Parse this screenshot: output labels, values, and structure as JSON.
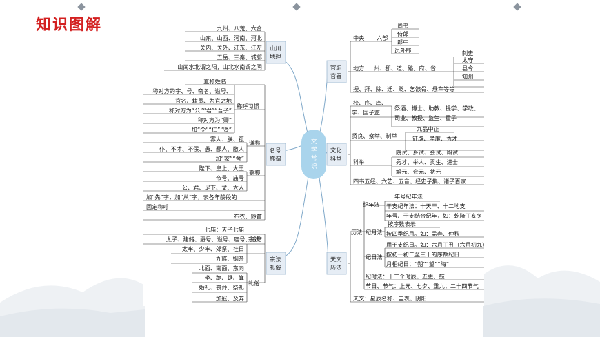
{
  "page": {
    "title": "知识图解"
  },
  "center": {
    "text": "文学常识"
  },
  "categories": {
    "shanchuan": {
      "line1": "山川",
      "line2": "地理"
    },
    "minghao": {
      "line1": "名号",
      "line2": "称谓"
    },
    "zongfa": {
      "line1": "宗法",
      "line2": "礼俗"
    },
    "guanzhi": {
      "line1": "官职",
      "line2": "官署"
    },
    "wenhua": {
      "line1": "文化",
      "line2": "科举"
    },
    "tianwen": {
      "line1": "天文",
      "line2": "历法"
    }
  },
  "shanchuan": [
    "九州、八荒、六合",
    "山东、山西、河南、河北",
    "关内、关外、江东、江左",
    "五岳、三秦、城郭",
    "山南水北谓之阳，山北水南谓之阴"
  ],
  "minghao": {
    "top": "直称姓名",
    "habit_label": "称呼习惯",
    "habit": [
      "称对方的字、号、斋名、谥号、",
      "官名、籍贯、为官之地",
      "称对方为“公”“君”“吾子”",
      "称对方为“卿”",
      "加“令”“仁”“贤”"
    ],
    "humble_label": "谦称",
    "humble": [
      "寡人、朕、孤",
      "仆、不才、不佞、愚、鄙人、敝人",
      "加“家”“舍”"
    ],
    "respect_label": "敬称",
    "respect": [
      "陛下、皇上、大王",
      "帝号、庙号",
      "公、君、足下、丈、大人"
    ],
    "extra": [
      "加“先”字，加“从”字，表各年龄段的",
      "固定称呼",
      "布衣、黔首"
    ]
  },
  "zongfa": {
    "top": [
      "七庙：天子七庙",
      "太子、建储、爵号、谥号、庙号、追赠"
    ],
    "zongfa_label": "宗法",
    "zongfa_items": [
      "太牢、少牢、郊祭、社日",
      "九族、姻亲"
    ],
    "lisu_label": "礼俗",
    "lisu_items": [
      "北面、南面、东向",
      "坐、跪、踞、箕",
      "婚礼、丧葬、祭礼",
      "加冠、及笄"
    ]
  },
  "guanzhi": {
    "central_label": "中央",
    "liubu": "六部",
    "central_items": [
      "尚书",
      "侍郎",
      "郎中",
      "员外郎"
    ],
    "local_label": "地方",
    "local_units": "州、郡、道、路、府、省",
    "local_items": [
      "刺史",
      "太守",
      "县令",
      "知州"
    ],
    "appoint": "授、拜、除、迁、贬、乞骸骨、悬车等等"
  },
  "wenhua": {
    "school_label": "学、国子监",
    "school_top": "校、序、庠、",
    "school_items": [
      "祭酒、博士、助教、提学、学政、",
      "司业、教授、监生、童子"
    ],
    "select_label": "贤良、察举、制举",
    "select_top": "九品中正",
    "select_item": "征辟、孝廉、秀才",
    "exam_label": "科举",
    "exam_items": [
      "院试、乡试、会试、殿试",
      "秀才、举人、贡生、进士",
      "解元、会元、状元"
    ],
    "books": "四书五经、六艺、五音、经史子集、诸子百家"
  },
  "tianwen": {
    "year_label": "纪年法",
    "year_items": [
      "年号纪年法",
      "干支纪年法：十天干、十二地支",
      "年号、干支结合纪年，如：乾隆丁亥冬"
    ],
    "month_label": "纪月法",
    "month_items": [
      "按序数表示",
      "按四季纪月。如：孟春、仲秋"
    ],
    "day_label": "纪日法",
    "day_items": [
      "用干支纪日。如：六月丁丑（六月初九）",
      "按初一初二至三十的序数纪日",
      "月相纪日：“朔”“望”“晦”"
    ],
    "time": "纪时法：十二个时辰、五更、鼓",
    "festival": "节日、节气：上元、七夕、重九；二十四节气",
    "label": "历法",
    "astro": "天文：星辰名称、圭表、阴阳"
  }
}
